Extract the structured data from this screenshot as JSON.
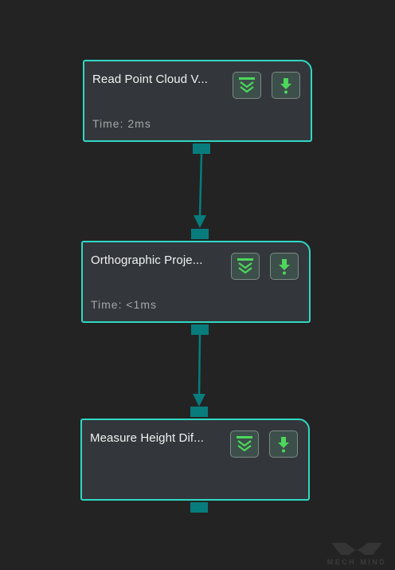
{
  "nodes": [
    {
      "title": "Read Point Cloud V...",
      "time": "Time: 2ms"
    },
    {
      "title": "Orthographic Proje...",
      "time": "Time: <1ms"
    },
    {
      "title": "Measure Height Dif...",
      "time": ""
    }
  ],
  "icons": {
    "step_button": "chevrons-down-icon",
    "output_button": "download-arrow-icon"
  },
  "colors": {
    "background": "#232323",
    "node_fill": "#33373b",
    "node_border": "#2fd8c3",
    "port": "#087c7c",
    "icon_green": "#4cd75a"
  },
  "watermark": {
    "text": "MECH MIND"
  }
}
